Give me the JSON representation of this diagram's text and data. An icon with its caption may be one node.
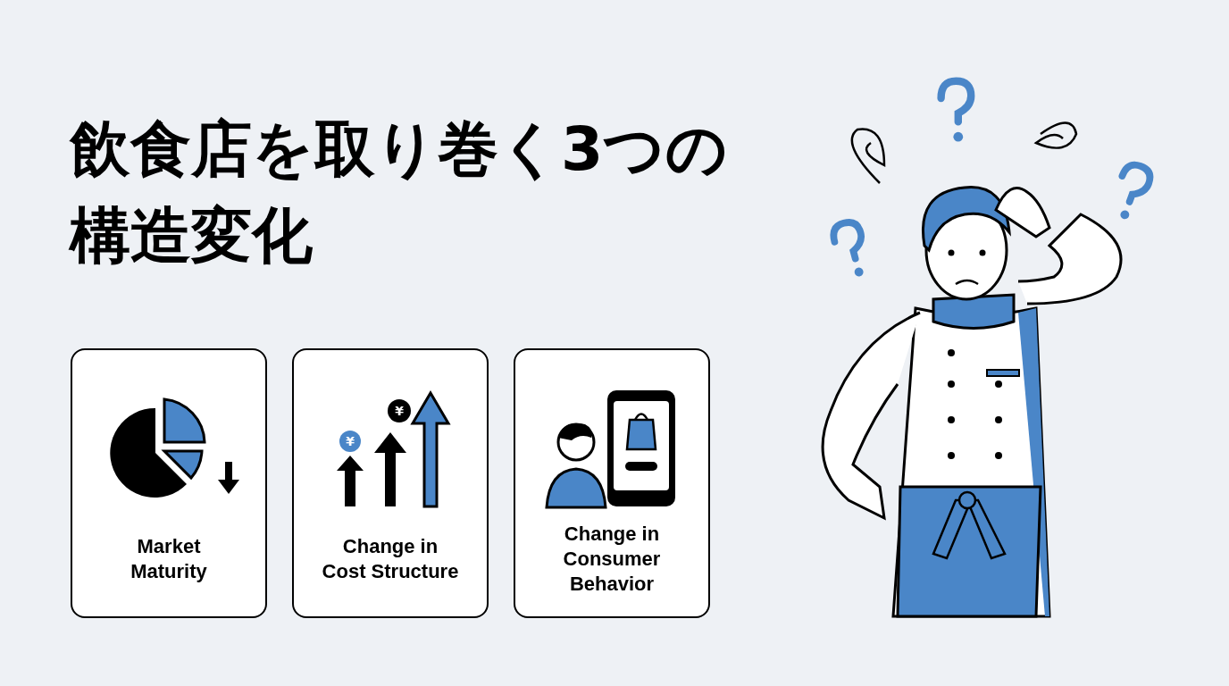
{
  "diagram": {
    "title": "飲食店を取り巻く3つの構造変化",
    "nodes": [
      {
        "text": [
          "Market Maturity"
        ]
      },
      {
        "text": [
          "Change in Cost Structure"
        ]
      },
      {
        "text": [
          "Change in Consumer Behavior"
        ]
      }
    ],
    "labels": [
      "¥",
      "¥"
    ]
  }
}
